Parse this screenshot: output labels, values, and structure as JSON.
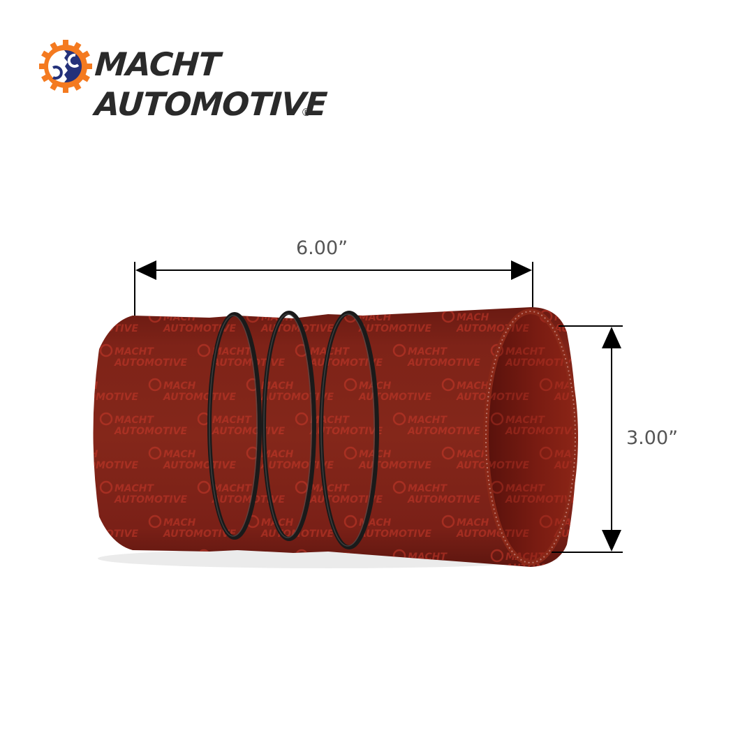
{
  "brand": {
    "name_line1": "MACHT",
    "name_line2": "AUTOMOTIVE",
    "registered_mark": "®",
    "gear_color": "#f47a20",
    "gear_inner_color": "#24317a",
    "text_color": "#2a2a2a"
  },
  "product": {
    "type": "silicone hump hose coupler",
    "color": "#7a1e14",
    "watermark_line1": "MACHT",
    "watermark_line2": "AUTOMOTIVE",
    "ring_count": 3
  },
  "dimensions": {
    "length_label": "6.00”",
    "diameter_label": "3.00”",
    "line_color": "#000000",
    "label_color": "#555555"
  }
}
